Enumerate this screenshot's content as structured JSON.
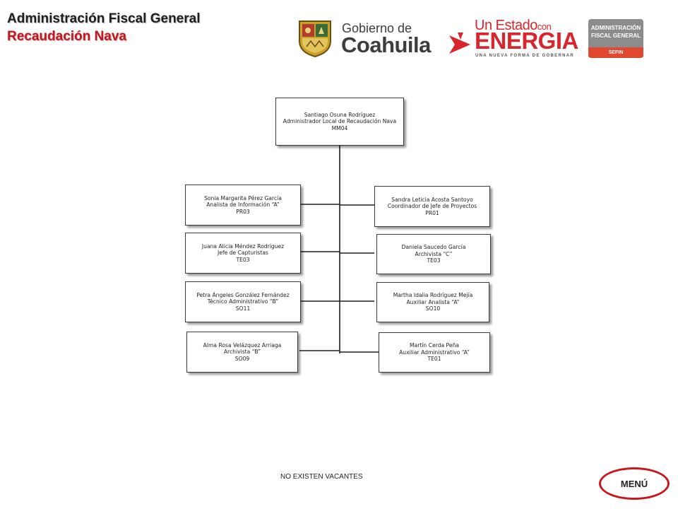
{
  "header": {
    "title": "Administración Fiscal General",
    "subtitle": "Recaudación Nava"
  },
  "logos": {
    "gobierno_line1": "Gobierno de",
    "gobierno_line2": "Coahuila",
    "energia_line1a": "Un Estado",
    "energia_line1b": "con",
    "energia_line2": "ENERGIA",
    "energia_tagline": "UNA NUEVA FORMA DE GOBERNAR",
    "sefin_line1": "ADMINISTRACIÓN",
    "sefin_line2": "FISCAL GENERAL",
    "sefin_band": "SEFIN"
  },
  "colors": {
    "accent_red": "#c0171f",
    "energia_red": "#d9262c",
    "sefin_gray": "#8c8c8c",
    "sefin_band": "#e0482f"
  },
  "org": {
    "root": {
      "name": "Santiago Osuna Rodríguez",
      "title": "Administrador Local de Recaudación Nava",
      "code": "MM04"
    },
    "left": [
      {
        "name": "Sonia Margarita Pérez García",
        "title": "Analista de Información “A”",
        "code": "PR03"
      },
      {
        "name": "Juana Alicia Méndez Rodríguez",
        "title": "Jefe de Capturistas",
        "code": "TE03"
      },
      {
        "name": "Petra Ángeles González Fernández",
        "title": "Técnico Administrativo “B”",
        "code": "SO11"
      },
      {
        "name": "Alma Rosa Velázquez Arriaga",
        "title": "Archivista “B”",
        "code": "SO09"
      }
    ],
    "right": [
      {
        "name": "Sandra Leticia Acosta Santoyo",
        "title": "Coordinador de Jefe de Proyectos",
        "code": "PR01"
      },
      {
        "name": "Daniela Saucedo García",
        "title": "Archivista “C”",
        "code": "TE03"
      },
      {
        "name": "Martha Idalia Rodríguez Mejía",
        "title": "Auxiliar Analista “A”",
        "code": "SO10"
      },
      {
        "name": "Martín Cerda Peña",
        "title": "Auxiliar Administrativo “A”",
        "code": "TE01"
      }
    ]
  },
  "footer": {
    "note": "NO EXISTEN VACANTES",
    "menu_label": "MENÚ"
  }
}
